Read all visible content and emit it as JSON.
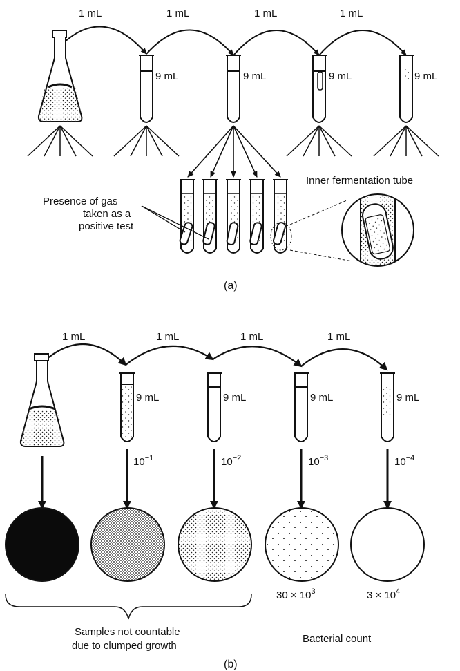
{
  "panel_a": {
    "transfer_labels": [
      "1 mL",
      "1 mL",
      "1 mL",
      "1 mL"
    ],
    "tube_volume_labels": [
      "9 mL",
      "9 mL",
      "9 mL",
      "9 mL"
    ],
    "annotation_gas": [
      "Presence of gas",
      "taken as a",
      "positive test"
    ],
    "annotation_inner": "Inner fermentation tube",
    "caption": "(a)"
  },
  "panel_b": {
    "transfer_labels": [
      "1 mL",
      "1 mL",
      "1 mL",
      "1 mL"
    ],
    "tube_volume_labels": [
      "9 mL",
      "9 mL",
      "9 mL",
      "9 mL"
    ],
    "dilution_labels": [
      {
        "base": "10",
        "exp": "−1"
      },
      {
        "base": "10",
        "exp": "−2"
      },
      {
        "base": "10",
        "exp": "−3"
      },
      {
        "base": "10",
        "exp": "−4"
      }
    ],
    "count_labels": [
      {
        "prefix": "30 × 10",
        "exp": "3"
      },
      {
        "prefix": "3 × 10",
        "exp": "4"
      }
    ],
    "not_countable": [
      "Samples not countable",
      "due to clumped growth"
    ],
    "bacterial_count": "Bacterial count",
    "caption": "(b)"
  },
  "colors": {
    "ink": "#111111",
    "paper": "#ffffff"
  }
}
